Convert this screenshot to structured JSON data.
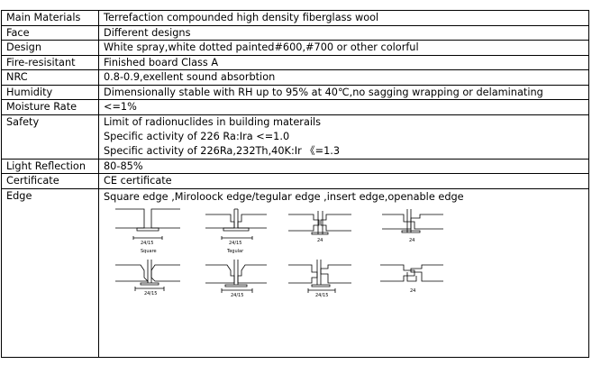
{
  "rows": [
    {
      "label": "Main Materials",
      "value": "Terrefaction compounded high density fiberglass wool"
    },
    {
      "label": "Face",
      "value": "Different designs"
    },
    {
      "label": "Design",
      "value": "White spray,white dotted painted#600,#700 or other colorful"
    },
    {
      "label": "Fire-resisitant",
      "value": "Finished board Class A"
    },
    {
      "label": "NRC",
      "value": "0.8-0.9,exellent sound absorbtion"
    },
    {
      "label": "Humidity",
      "value": "Dimensionally stable with RH up to 95% at 40℃,no sagging wrapping or delaminating"
    },
    {
      "label": "Moisture Rate",
      "value": "<=1%"
    }
  ],
  "safety": {
    "label": "Safety",
    "lines": [
      "Limit of radionuclides in building materails",
      "Specific activity of 226 Ra:Ira <=1.0",
      "Specific activity of 226Ra,232Th,40K:Ir 《=1.3"
    ]
  },
  "rows2": [
    {
      "label": "Light Reflection",
      "value": "80-85%"
    },
    {
      "label": "Certificate",
      "value": "CE certificate"
    }
  ],
  "edge": {
    "label": "Edge",
    "value": "Square edge ,Miroloock edge/tegular edge ,insert edge,openable edge",
    "profiles": [
      {
        "dim": "24/15",
        "caption": "Square"
      },
      {
        "dim": "24/15",
        "caption": "Tegular"
      },
      {
        "dim": "24",
        "caption": ""
      },
      {
        "dim": "24",
        "caption": ""
      },
      {
        "dim": "24/15",
        "caption": ""
      },
      {
        "dim": "24/15",
        "caption": ""
      },
      {
        "dim": "24/15",
        "caption": ""
      },
      {
        "dim": "24",
        "caption": ""
      }
    ]
  }
}
